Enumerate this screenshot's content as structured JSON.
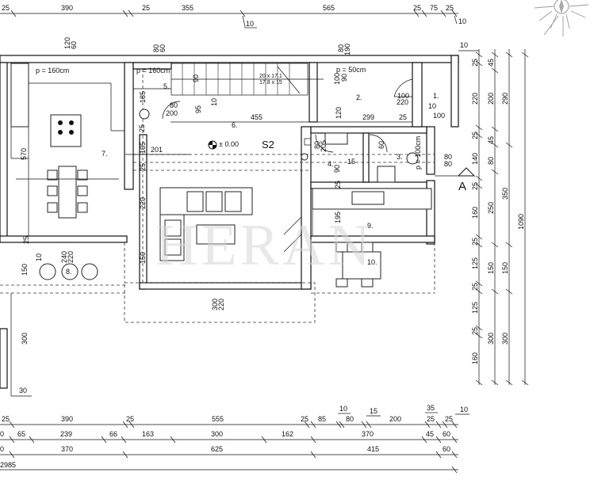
{
  "dims_top": [
    {
      "id": "t1",
      "text": "25"
    },
    {
      "id": "t2",
      "text": "390"
    },
    {
      "id": "t3",
      "text": "25"
    },
    {
      "id": "t4",
      "text": "355"
    },
    {
      "id": "t5",
      "text": "565"
    },
    {
      "id": "t6",
      "text": "25"
    },
    {
      "id": "t7",
      "text": "75"
    },
    {
      "id": "t8",
      "text": "25"
    },
    {
      "id": "t9",
      "text": "10"
    },
    {
      "id": "t10",
      "text": "10"
    }
  ],
  "dims_bottom_row1": [
    {
      "id": "b1",
      "text": "25"
    },
    {
      "id": "b2",
      "text": "390"
    },
    {
      "id": "b3",
      "text": "25"
    },
    {
      "id": "b4",
      "text": "555"
    },
    {
      "id": "b5",
      "text": "25"
    },
    {
      "id": "b6",
      "text": "85"
    },
    {
      "id": "b7",
      "text": "10"
    },
    {
      "id": "b8",
      "text": "80"
    },
    {
      "id": "b9",
      "text": "15"
    },
    {
      "id": "b10",
      "text": "200"
    },
    {
      "id": "b11",
      "text": "35"
    },
    {
      "id": "b12",
      "text": "25"
    },
    {
      "id": "b13",
      "text": "25"
    },
    {
      "id": "b14",
      "text": "10"
    }
  ],
  "dims_bottom_row2": [
    {
      "id": "c1",
      "text": "0"
    },
    {
      "id": "c2",
      "text": "65"
    },
    {
      "id": "c3",
      "text": "239"
    },
    {
      "id": "c4",
      "text": "66"
    },
    {
      "id": "c5",
      "text": "163"
    },
    {
      "id": "c6",
      "text": "300"
    },
    {
      "id": "c7",
      "text": "162"
    },
    {
      "id": "c8",
      "text": "370"
    },
    {
      "id": "c9",
      "text": "45"
    },
    {
      "id": "c10",
      "text": "60"
    }
  ],
  "dims_bottom_row3": [
    {
      "id": "d1",
      "text": "0"
    },
    {
      "id": "d2",
      "text": "370"
    },
    {
      "id": "d3",
      "text": "625"
    },
    {
      "id": "d4",
      "text": "415"
    },
    {
      "id": "d5",
      "text": "60"
    }
  ],
  "dims_bottom_row4": [
    {
      "id": "e1",
      "text": "2985"
    }
  ],
  "dims_right_inner": [
    {
      "id": "r1",
      "text": "10"
    },
    {
      "id": "r2",
      "text": "25"
    },
    {
      "id": "r3",
      "text": "220"
    },
    {
      "id": "r4",
      "text": "25"
    },
    {
      "id": "r5",
      "text": "140"
    },
    {
      "id": "r6",
      "text": "25"
    },
    {
      "id": "r7",
      "text": "160"
    },
    {
      "id": "r8",
      "text": "25"
    },
    {
      "id": "r9",
      "text": "125"
    },
    {
      "id": "r10",
      "text": "25"
    },
    {
      "id": "r11",
      "text": "125"
    },
    {
      "id": "r12",
      "text": "25"
    },
    {
      "id": "r13",
      "text": "160"
    }
  ],
  "dims_right_mid": [
    {
      "id": "m1",
      "text": "45"
    },
    {
      "id": "m2",
      "text": "200"
    },
    {
      "id": "m3",
      "text": "45"
    },
    {
      "id": "m4",
      "text": "80"
    },
    {
      "id": "m5",
      "text": "250"
    },
    {
      "id": "m6",
      "text": "150"
    },
    {
      "id": "m7",
      "text": "300"
    }
  ],
  "dims_right_outer": [
    {
      "id": "o1",
      "text": "290"
    },
    {
      "id": "o2",
      "text": "350"
    },
    {
      "id": "o3",
      "text": "150"
    },
    {
      "id": "o4",
      "text": "300"
    }
  ],
  "dims_total_right": {
    "text": "1090"
  },
  "interior_labels": {
    "p_160_left": "p = 160cm",
    "p_160_mid": "p = 160cm",
    "p_50": "p = 50cm",
    "p_100": "p = 100cm",
    "d120_60_a": "120",
    "d120_60_b": "60",
    "d80_60_a": "80",
    "d80_60_b": "60",
    "d80_190_a": "80",
    "d80_190_b": "190",
    "stair_steps": "20 x 17.1",
    "stair_tread": "17.8 x 15",
    "d90": "90",
    "d100_90_a": "100",
    "d100_90_b": "90",
    "d185": "185",
    "d80_200": "80",
    "d200": "200",
    "d95": "95",
    "d10_a": "10",
    "d455": "455",
    "d120": "120",
    "d299": "299",
    "d25_a": "25",
    "d100_220_a": "100",
    "d100_220_b": "220",
    "d10_b": "10",
    "d100_b": "100",
    "d25_b": "25",
    "d570": "570",
    "d105": "105",
    "d201": "201",
    "d25_c": "25",
    "d220": "220",
    "d150": "150",
    "d80_205": "80",
    "d205": "205",
    "d60_210": "60",
    "d90_b": "90",
    "d15": "15",
    "d80_r1": "80",
    "d80_r2": "80",
    "d25_d": "25",
    "d195": "195",
    "d10_c": "10",
    "d240": "240",
    "d220_b": "220",
    "d25_e": "25",
    "d150_b": "150",
    "d300": "300",
    "d300_b": "300",
    "d220_c": "220",
    "d30": "30",
    "level": "± 0.00",
    "room_label": "S2",
    "section_mark": "A"
  },
  "rooms": [
    {
      "id": "r1",
      "text": "1."
    },
    {
      "id": "r2",
      "text": "2."
    },
    {
      "id": "r3",
      "text": "3."
    },
    {
      "id": "r4",
      "text": "4."
    },
    {
      "id": "r5",
      "text": "5."
    },
    {
      "id": "r6",
      "text": "6."
    },
    {
      "id": "r7",
      "text": "7."
    },
    {
      "id": "r8",
      "text": "8."
    },
    {
      "id": "r9",
      "text": "9."
    },
    {
      "id": "r10",
      "text": "10."
    }
  ],
  "watermark": "HERAN"
}
